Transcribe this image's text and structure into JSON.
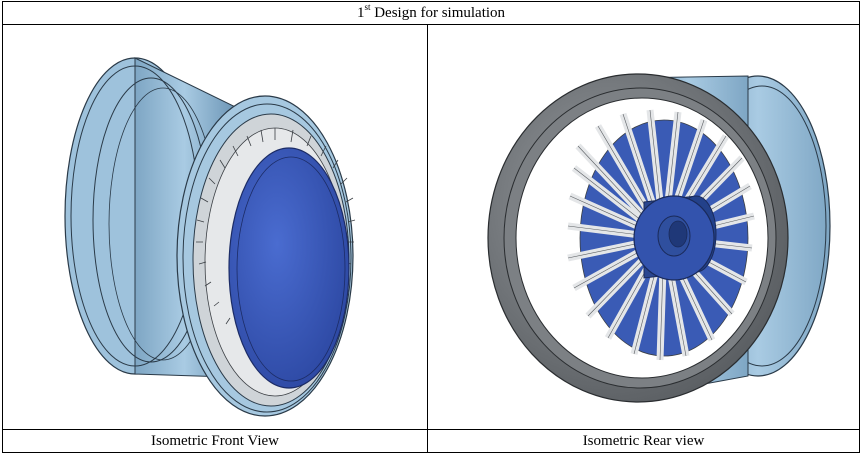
{
  "table": {
    "title_prefix": "1",
    "title_sup": "st",
    "title_rest": " Design for simulation",
    "captions": {
      "left": "Isometric Front View",
      "right": "Isometric Rear view"
    }
  },
  "images": {
    "left": {
      "subject": "wheel-front-isometric",
      "rim_color": "#8fb6d3",
      "disc_color": "#3553b3",
      "spoke_color": "#d8dadc"
    },
    "right": {
      "subject": "wheel-rear-isometric",
      "rim_color": "#8fb6d3",
      "hub_color": "#2f4f9e",
      "spoke_color": "#d8dadc",
      "ring_color": "#6a6d70"
    }
  }
}
